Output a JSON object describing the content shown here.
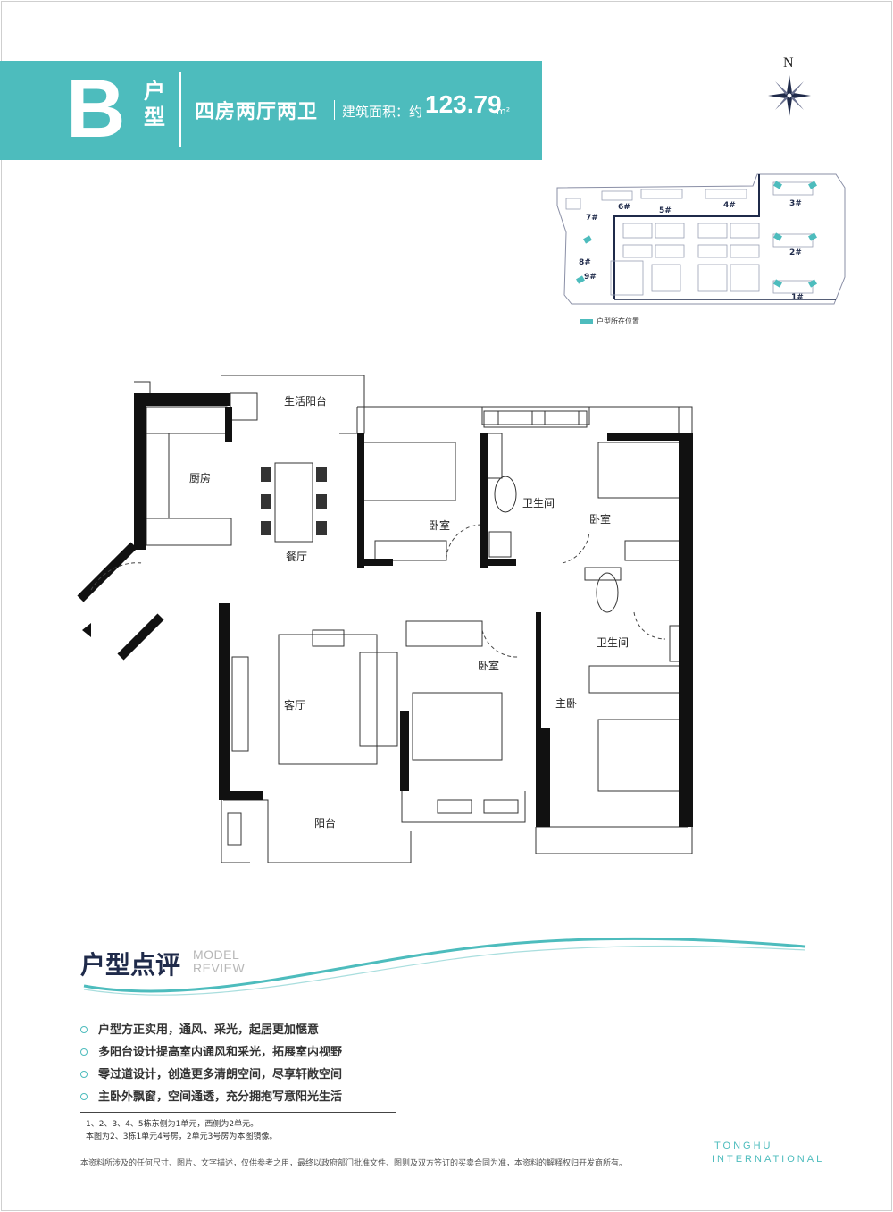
{
  "header": {
    "unit_letter": "B",
    "unit_type_char1": "户",
    "unit_type_char2": "型",
    "layout_desc": "四房两厅两卫",
    "area_label": "建筑面积：约",
    "area_value": "123.79",
    "area_unit": "m²",
    "accent_color": "#4dbcbd"
  },
  "compass": {
    "north": "N"
  },
  "site_map": {
    "buildings": [
      "1#",
      "2#",
      "3#",
      "4#",
      "5#",
      "6#",
      "7#",
      "8#",
      "9#"
    ],
    "legend": "户型所在位置"
  },
  "floor_plan": {
    "rooms": {
      "living_balcony": "生活阳台",
      "kitchen": "厨房",
      "dining": "餐厅",
      "bedroom_north": "卧室",
      "bath_1": "卫生间",
      "bedroom_ne": "卧室",
      "bath_2": "卫生间",
      "living": "客厅",
      "bedroom_south": "卧室",
      "master": "主卧",
      "balcony": "阳台"
    }
  },
  "review": {
    "title": "户型点评",
    "en_line1": "MODEL",
    "en_line2": "REVIEW",
    "points": [
      "户型方正实用，通风、采光，起居更加惬意",
      "多阳台设计提高室内通风和采光，拓展室内视野",
      "零过道设计，创造更多清朗空间，尽享轩敞空间",
      "主卧外飘窗，空间通透，充分拥抱写意阳光生活"
    ],
    "note1": "1、2、3、4、5栋东侧为1单元，西侧为2单元。",
    "note2": "本图为2、3栋1单元4号房，2单元3号房为本图镜像。"
  },
  "disclaimer": "本资料所涉及的任何尺寸、图片、文字描述，仅供参考之用，最终以政府部门批准文件、图则及双方签订的买卖合同为准，本资料的解释权归开发商所有。",
  "brand": {
    "line1": "TONGHU",
    "line2": "INTERNATIONAL"
  }
}
